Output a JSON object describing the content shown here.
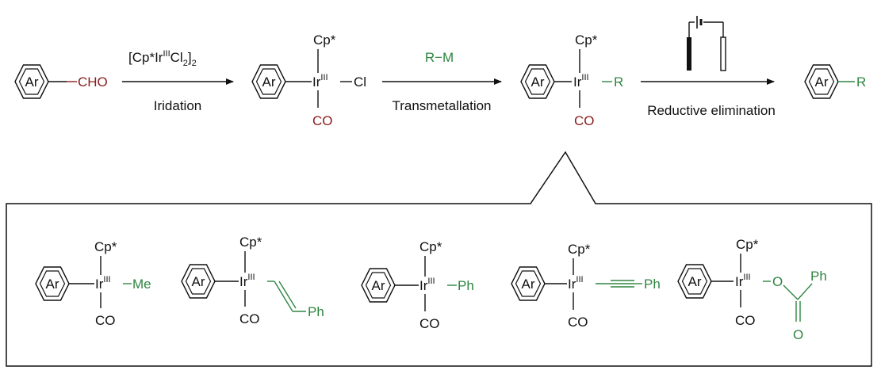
{
  "colors": {
    "black": "#111111",
    "red": "#8a1c1c",
    "green": "#2e8540"
  },
  "labels": {
    "ar": "Ar",
    "cho": "CHO",
    "cp": "Cp*",
    "ir": "Ir",
    "ir_ox": "III",
    "cl": "Cl",
    "co": "CO",
    "rm": "R−M",
    "r": "R",
    "me": "Me",
    "ph": "Ph",
    "o": "O"
  },
  "steps": {
    "iridation_reagent": "[Cp*Ir",
    "iridation_reagent_ox": "III",
    "iridation_reagent_cl": "Cl",
    "iridation_reagent_sub2": "2",
    "iridation_reagent_close": "]",
    "iridation_reagent_sub2b": "2",
    "iridation": "Iridation",
    "transmetallation": "Transmetallation",
    "reductive_elimination": "Reductive elimination"
  },
  "ligands": [
    "methyl",
    "styryl",
    "phenyl",
    "phenylethynyl",
    "benzoate"
  ]
}
